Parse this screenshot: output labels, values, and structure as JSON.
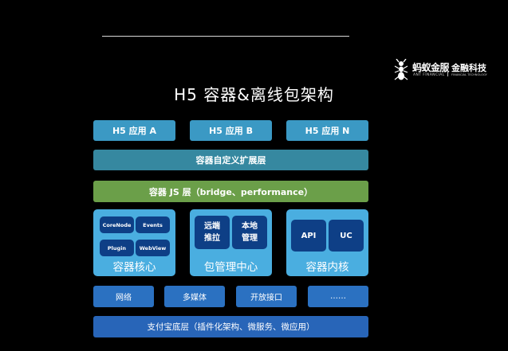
{
  "title": "H5 容器&离线包架构",
  "logo": {
    "brand_cn": "蚂蚁金服",
    "brand_en": "ANT FINANCIAL",
    "sub_cn": "金融科技",
    "sub_en": "FINANCIAL TECHNOLOGY"
  },
  "apps": [
    "H5 应用 A",
    "H5 应用 B",
    "H5 应用 N"
  ],
  "layers": {
    "custom": "容器自定义扩展层",
    "js": "容器 JS 层（bridge、performance）"
  },
  "panels": {
    "core": {
      "label": "容器核心",
      "items": [
        "CoreNode",
        "Events",
        "Plugin",
        "WebView"
      ]
    },
    "package": {
      "label": "包管理中心",
      "items": [
        "远端\n推拉",
        "本地\n管理"
      ]
    },
    "kernel": {
      "label": "容器内核",
      "items": [
        "API",
        "UC"
      ]
    }
  },
  "base": [
    "网络",
    "多媒体",
    "开放接口",
    "……"
  ],
  "foundation": "支付宝底层（插件化架构、微服务、微应用）",
  "colors": {
    "app": "#3b99c4",
    "custom_layer": "#3688a0",
    "js_layer": "#6b9f49",
    "panel": "#4aaee0",
    "chip": "#0e3f86",
    "base": "#2b71c1",
    "foundation": "#2865b8"
  }
}
